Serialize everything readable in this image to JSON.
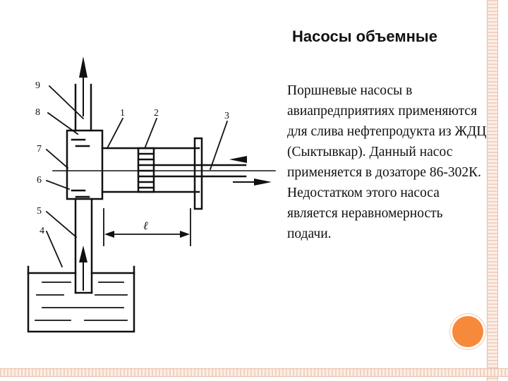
{
  "slide": {
    "title": "Насосы объемные",
    "body": "Поршневые насосы в авиапредприятиях применяются для слива нефтепродукта из ЖДЦ (Сыктывкар). Данный насос применяется в дозаторе 86-302К. Недостатком этого насоса является неравномерность подачи."
  },
  "diagram": {
    "labels": {
      "n1": "1",
      "n2": "2",
      "n3": "3",
      "n4": "4",
      "n5": "5",
      "n6": "6",
      "n7": "7",
      "n8": "8",
      "n9": "9",
      "length": "ℓ"
    }
  },
  "colors": {
    "accent_circle": "#f7893a",
    "border": "#f2d2c2",
    "line": "#111111"
  }
}
